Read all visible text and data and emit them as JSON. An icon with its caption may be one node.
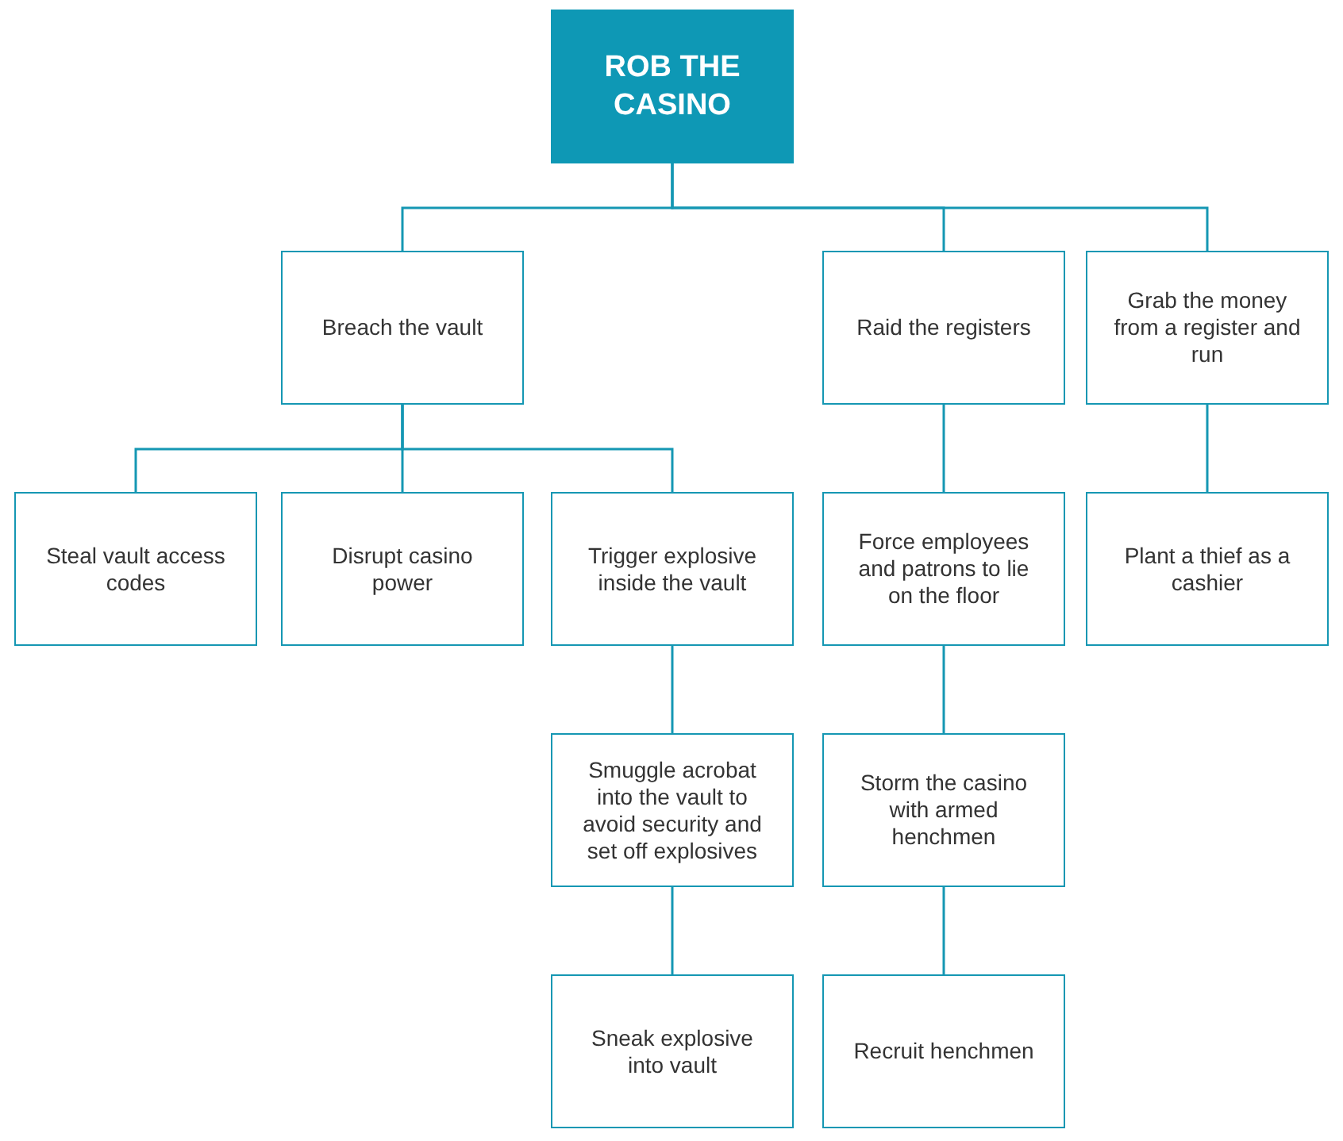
{
  "diagram": {
    "nodes": [
      {
        "text": [
          "ROB THE CASINO"
        ]
      },
      {
        "text": [
          "Breach the vault"
        ]
      },
      {
        "text": [
          "Raid the registers"
        ]
      },
      {
        "text": [
          "Grab the money from a register and run"
        ]
      },
      {
        "text": [
          "Steal vault access codes"
        ]
      },
      {
        "text": [
          "Disrupt casino power"
        ]
      },
      {
        "text": [
          "Trigger explosive inside the vault"
        ]
      },
      {
        "text": [
          "Force employees and patrons to lie on the floor"
        ]
      },
      {
        "text": [
          "Plant a thief as a cashier"
        ]
      },
      {
        "text": [
          "Smuggle acrobat into the vault to avoid security and set off explosives"
        ]
      },
      {
        "text": [
          "Storm the casino with armed henchmen"
        ]
      },
      {
        "text": [
          "Sneak explosive into vault"
        ]
      },
      {
        "text": [
          "Recruit henchmen"
        ]
      }
    ],
    "edges": [
      {
        "from": 0,
        "to": 1,
        "arrow": "none"
      },
      {
        "from": 0,
        "to": 2,
        "arrow": "none"
      },
      {
        "from": 0,
        "to": 3,
        "arrow": "none"
      },
      {
        "from": 1,
        "to": 4,
        "arrow": "none"
      },
      {
        "from": 1,
        "to": 5,
        "arrow": "none"
      },
      {
        "from": 1,
        "to": 6,
        "arrow": "none"
      },
      {
        "from": 2,
        "to": 7,
        "arrow": "none"
      },
      {
        "from": 3,
        "to": 8,
        "arrow": "none"
      },
      {
        "from": 6,
        "to": 9,
        "arrow": "none"
      },
      {
        "from": 7,
        "to": 10,
        "arrow": "none"
      },
      {
        "from": 9,
        "to": 11,
        "arrow": "none"
      },
      {
        "from": 10,
        "to": 12,
        "arrow": "none"
      }
    ]
  }
}
